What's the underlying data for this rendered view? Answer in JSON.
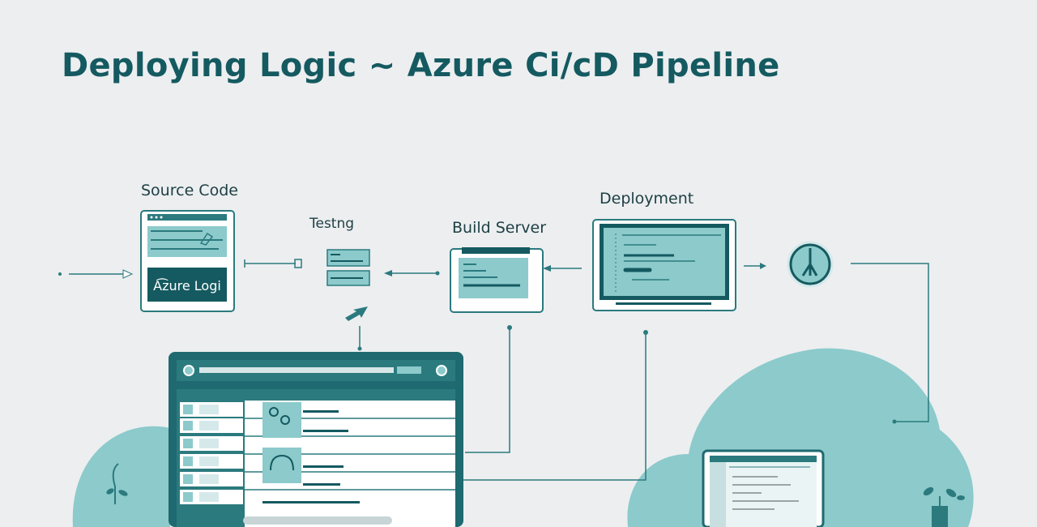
{
  "title": "Deploying Logic ~ Azure Ci/cD Pipeline",
  "stages": {
    "source_code": "Source Code",
    "testing": "Testng",
    "build_server": "Build Server",
    "deployment": "Deployment"
  },
  "source_code_logo": "A͡zure Logi",
  "colors": {
    "teal_dark": "#145a60",
    "teal": "#2b7a7e",
    "teal_light": "#8ccacb",
    "background": "#eceef0"
  },
  "icons": [
    "clock-icon",
    "plant-icon",
    "arrow-icon"
  ]
}
